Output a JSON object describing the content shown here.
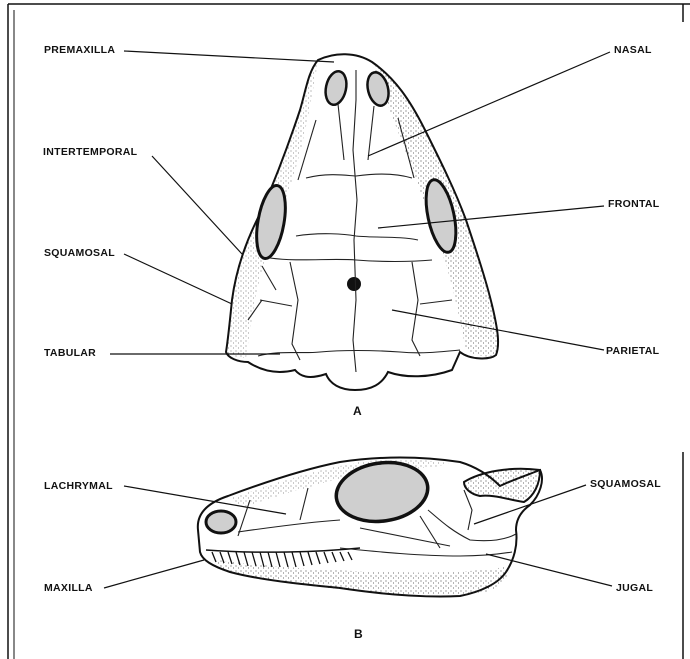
{
  "panel_a": {
    "letter": "A",
    "labels": {
      "premaxilla": "PREMAXILLA",
      "nasal": "NASAL",
      "intertemporal": "INTERTEMPORAL",
      "frontal": "FRONTAL",
      "squamosal": "SQUAMOSAL",
      "tabular": "TABULAR",
      "parietal": "PARIETAL"
    }
  },
  "panel_b": {
    "letter": "B",
    "labels": {
      "lachrymal": "LACHRYMAL",
      "squamosal": "SQUAMOSAL",
      "maxilla": "MAXILLA",
      "jugal": "JUGAL"
    }
  },
  "colors": {
    "ink": "#111111",
    "bone": "#ffffff",
    "fenestra": "#cfcfcf"
  }
}
